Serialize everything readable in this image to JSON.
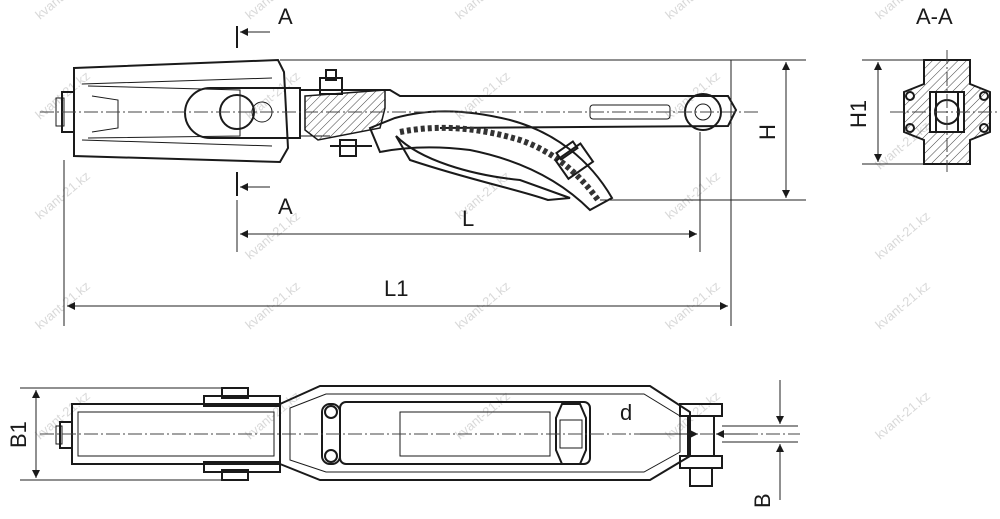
{
  "watermark": "kvant-21.kz",
  "labels": {
    "section_top": "A",
    "section_bottom": "A",
    "section_title": "A-A",
    "length_L": "L",
    "length_L1": "L1",
    "height_H": "H",
    "height_H1": "H1",
    "width_B1": "B1",
    "width_B": "B",
    "diameter_d": "d"
  },
  "colors": {
    "line": "#1a1a1a",
    "watermark": "#d9d9d9"
  }
}
